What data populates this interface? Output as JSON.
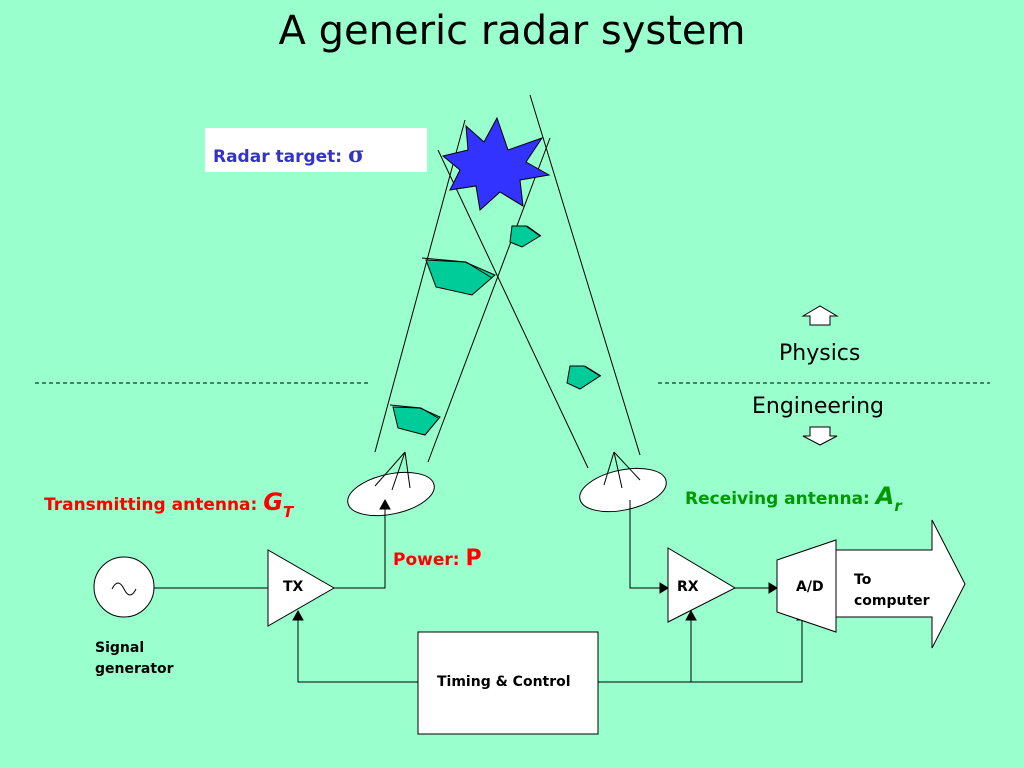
{
  "title": "A generic radar system",
  "target": {
    "label": "Radar target:",
    "symbol": "σ"
  },
  "physics_label": "Physics",
  "engineering_label": "Engineering",
  "tx_antenna": {
    "label": "Transmitting antenna:",
    "symbol": "G",
    "subscript": "T"
  },
  "rx_antenna": {
    "label": "Receiving antenna:",
    "symbol": "A",
    "subscript": "r"
  },
  "power": {
    "label": "Power:",
    "symbol": "P"
  },
  "blocks": {
    "tx": "TX",
    "rx": "RX",
    "ad": "A/D",
    "timing": "Timing & Control"
  },
  "signal_generator": {
    "line1": "Signal",
    "line2": "generator"
  },
  "to_computer": {
    "line1": "To",
    "line2": "computer"
  },
  "colors": {
    "background": "#99ffcc",
    "target": "#3333ff",
    "wave": "#00cc99",
    "tx_text": "#ff0000",
    "rx_text": "#009900",
    "target_text": "#3333cc"
  }
}
